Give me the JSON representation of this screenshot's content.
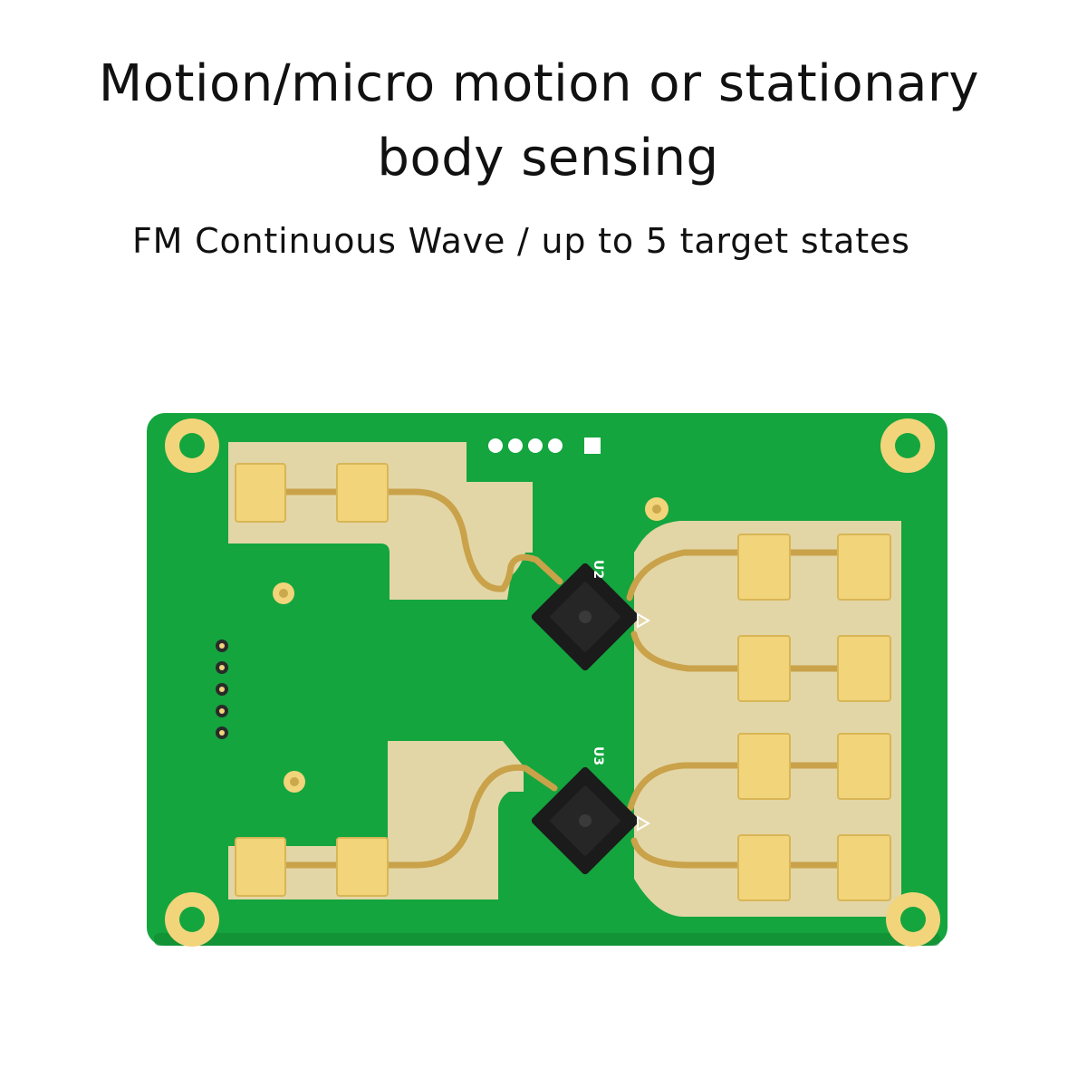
{
  "header": {
    "title_line1": "Motion/micro motion or stationary",
    "title_line2": "body sensing",
    "subtitle": "FM Continuous Wave / up to 5 target states"
  },
  "board": {
    "chip_top_label": "U2",
    "chip_bottom_label": "U3",
    "colors": {
      "pcb_green": "#14a53e",
      "gold_pad": "#f2d47a",
      "copper_area": "#e3d6a6",
      "chip": "#1b1b1b"
    }
  }
}
